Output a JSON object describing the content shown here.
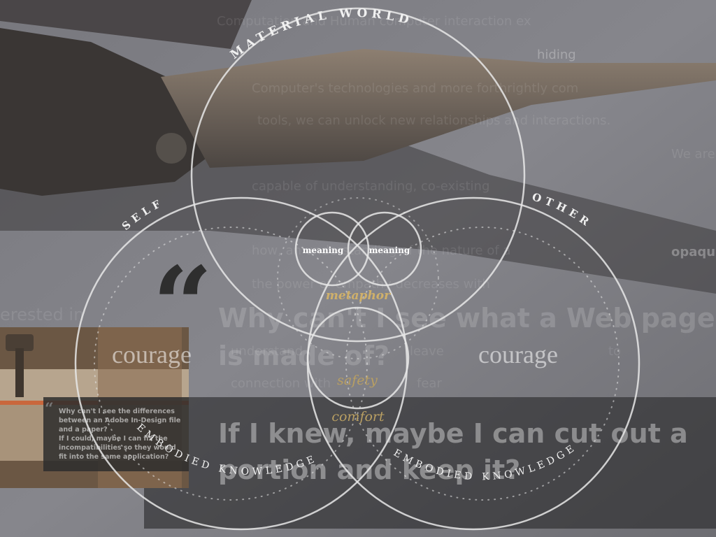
{
  "background": {
    "paragraph_fragments": [
      "Computation and Human computer interaction ex",
      "hiding",
      "Computer's technologies and more forthrightly com",
      "tools, we can unlock new relationships and interactions.",
      "We are",
      "capable of understanding, co-existing",
      "opaqu",
      "how, an understanding of the nature of a",
      "the power of empathy decreases with",
      "erested in",
      "connection with",
      "understand",
      "leave",
      "to",
      "fear"
    ],
    "quote_mark": "“",
    "question": "Why can't I see what a Web page is made of?",
    "answer": "If I knew, maybe I can cut out a portion and keep it?",
    "thumbnail": {
      "quote_mark": "“",
      "question": "Why can't I see the differences between an Adobe In-Design file and a paper?",
      "answer": "If I could, maybe I can fix the incompatibilities so they would fit into the same application?"
    }
  },
  "diagram": {
    "arc_labels": {
      "top": "MATERIAL WORLD",
      "left": "SELF",
      "right": "OTHER",
      "bottom_left": "EMBODIED KNOWLEDGE",
      "bottom_right": "EMBODIED KNOWLEDGE"
    },
    "center_labels": {
      "meaning_left": "meaning",
      "meaning_right": "meaning",
      "metaphor": "metaphor",
      "safety": "safety",
      "comfort": "comfort"
    },
    "courage_left": "courage",
    "courage_right": "courage"
  },
  "colors": {
    "circle_stroke": "#e8e8e8",
    "accent_gold": "#cfb06a",
    "background": "#5e5e63"
  }
}
